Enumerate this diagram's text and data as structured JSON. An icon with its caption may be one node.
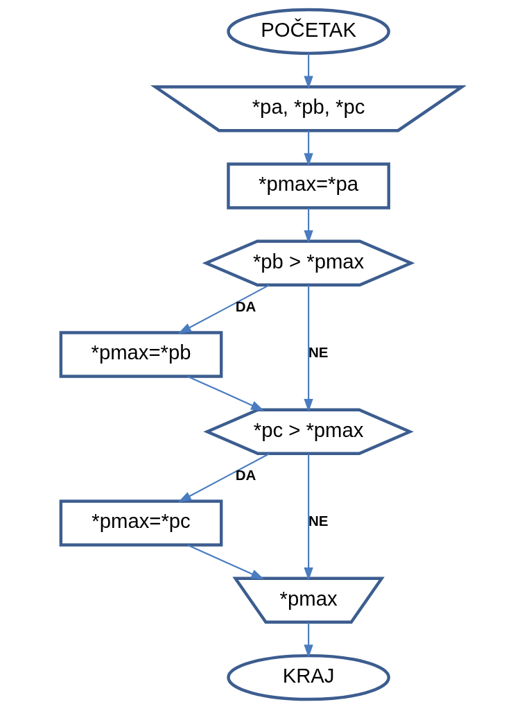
{
  "diagram": {
    "nodes": [
      {
        "text": [
          "POČETAK"
        ]
      },
      {
        "text": [
          "*pa, *pb, *pc"
        ]
      },
      {
        "text": [
          "*pmax=*pa"
        ]
      },
      {
        "text": [
          "*pb > *pmax"
        ]
      },
      {
        "text": [
          "*pmax=*pb"
        ]
      },
      {
        "text": [
          "*pc > *pmax"
        ]
      },
      {
        "text": [
          "*pmax=*pc"
        ]
      },
      {
        "text": [
          "*pmax"
        ]
      },
      {
        "text": [
          "KRAJ"
        ]
      }
    ],
    "edges": [
      {
        "from": 0,
        "to": 1,
        "arrow": "to"
      },
      {
        "from": 1,
        "to": 2,
        "arrow": "to"
      },
      {
        "from": 2,
        "to": 3,
        "arrow": "to"
      },
      {
        "from": 3,
        "to": 4,
        "arrow": "to",
        "label": "DA"
      },
      {
        "from": 3,
        "to": 5,
        "arrow": "to",
        "label": "NE"
      },
      {
        "from": 4,
        "to": 5,
        "arrow": "to"
      },
      {
        "from": 5,
        "to": 6,
        "arrow": "to",
        "label": "DA"
      },
      {
        "from": 5,
        "to": 7,
        "arrow": "to",
        "label": "NE"
      },
      {
        "from": 6,
        "to": 7,
        "arrow": "to"
      },
      {
        "from": 7,
        "to": 8,
        "arrow": "to"
      }
    ]
  }
}
